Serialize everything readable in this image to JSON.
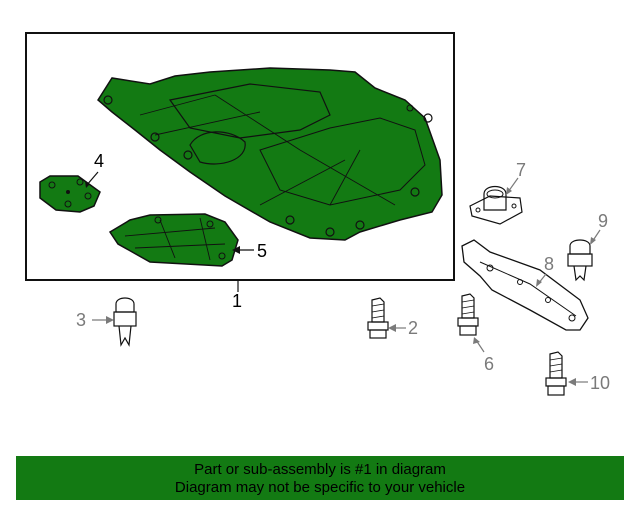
{
  "callouts": {
    "c1": "1",
    "c2": "2",
    "c3": "3",
    "c4": "4",
    "c5": "5",
    "c6": "6",
    "c7": "7",
    "c8": "8",
    "c9": "9",
    "c10": "10"
  },
  "footer": {
    "line1": "Part or sub-assembly is #1 in diagram",
    "line2": "Diagram may not be specific to your vehicle"
  },
  "colors": {
    "highlight_green": "#137a13",
    "part_outline": "#111111",
    "hardware_grey": "#7a7a7a"
  }
}
